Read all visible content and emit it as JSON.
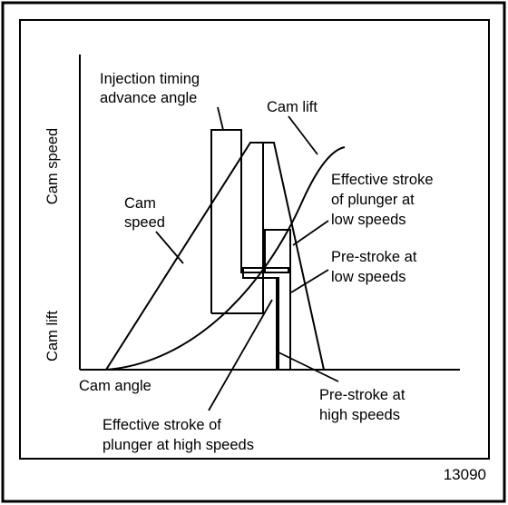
{
  "labels": {
    "y_axis_upper": "Cam speed",
    "y_axis_lower": "Cam lift",
    "x_axis": "Cam angle",
    "timing_advance": [
      "Injection timing",
      "advance angle"
    ],
    "cam_lift": "Cam lift",
    "cam_speed": [
      "Cam",
      "speed"
    ],
    "effective_low": [
      "Effective stroke",
      "of plunger at",
      "low speeds"
    ],
    "prestroke_low": [
      "Pre-stroke at",
      "low speeds"
    ],
    "prestroke_high": [
      "Pre-stroke at",
      "high speeds"
    ],
    "effective_high": [
      "Effective stroke of",
      "plunger at high speeds"
    ]
  },
  "figure_number": "13090"
}
